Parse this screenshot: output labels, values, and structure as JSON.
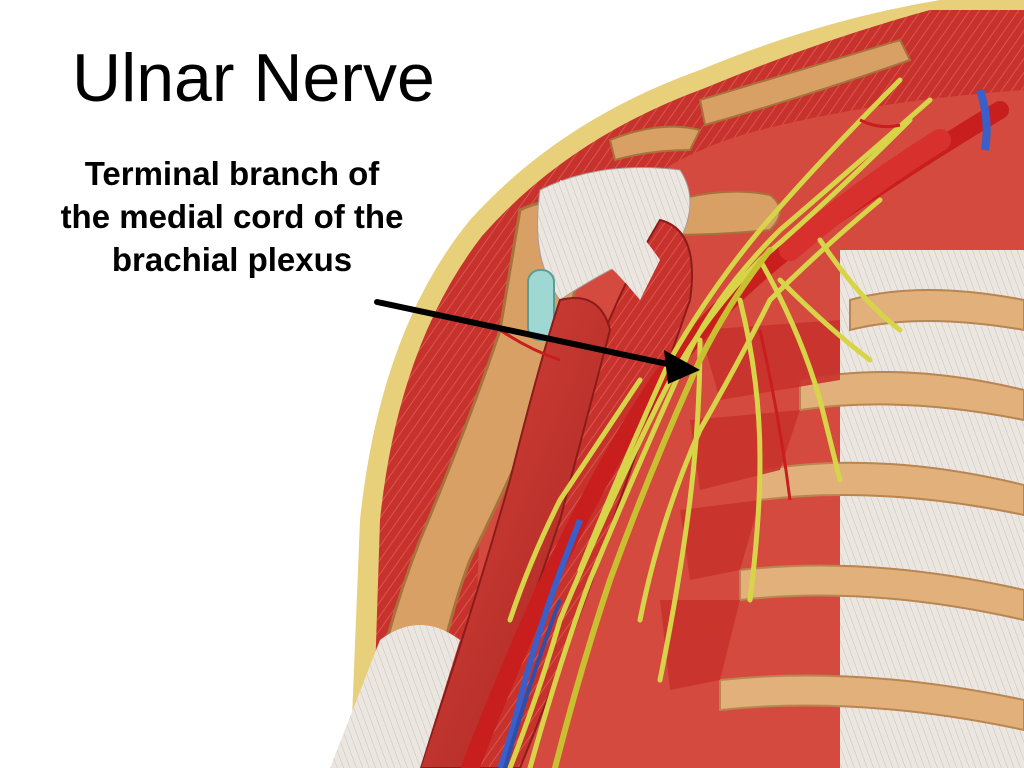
{
  "slide": {
    "title": "Ulnar Nerve",
    "caption_lines": [
      "Terminal branch of",
      "the medial cord of the",
      "brachial plexus"
    ]
  },
  "illustration": {
    "subject": "anterior shoulder and upper arm anatomy",
    "colors": {
      "muscle": "#c8322c",
      "muscle_dark": "#9e1f1f",
      "tendon": "#e8e2dc",
      "bone": "#d9a066",
      "nerve": "#d8d44a",
      "artery": "#c81e1e",
      "vein": "#3a5fc8",
      "skin_edge": "#e6c86e",
      "arrow": "#000000"
    }
  }
}
